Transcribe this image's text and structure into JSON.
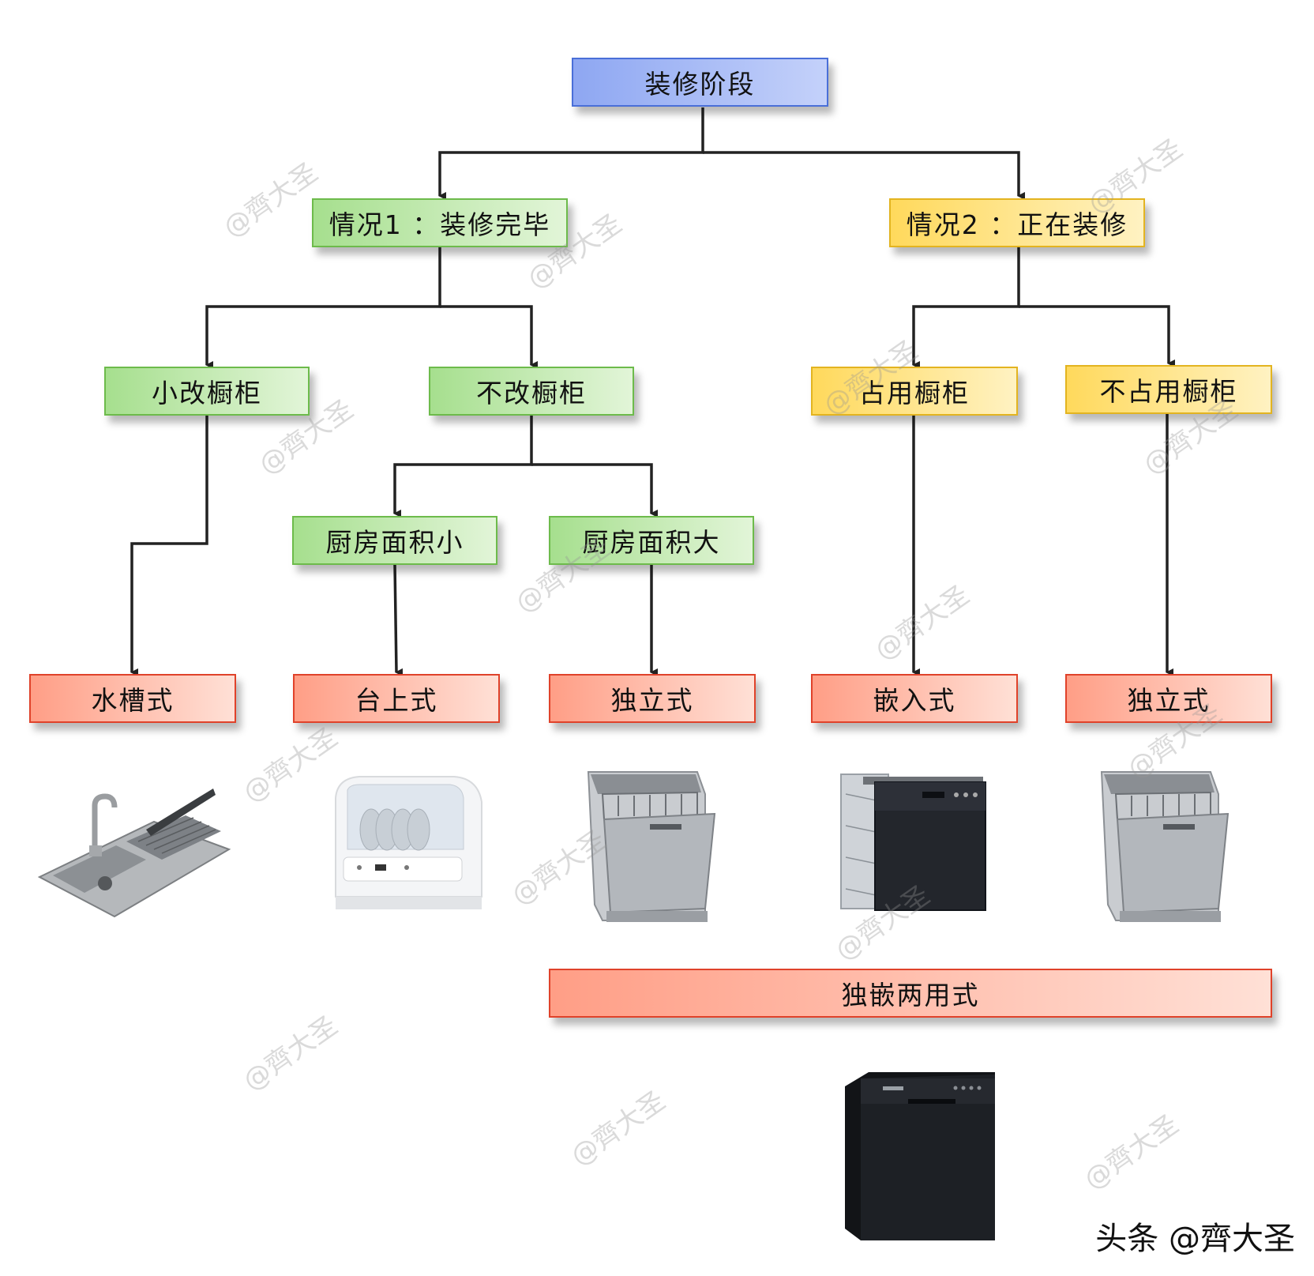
{
  "diagram": {
    "root": "装修阶段",
    "case1": "情况1 ：装修完毕",
    "case2": "情况2 ：正在装修",
    "small_change": "小改橱柜",
    "no_change": "不改橱柜",
    "occupy": "占用橱柜",
    "no_occupy": "不占用橱柜",
    "kitchen_small": "厨房面积小",
    "kitchen_large": "厨房面积大",
    "sink_type": "水槽式",
    "countertop_type": "台上式",
    "freestanding_type_1": "独立式",
    "builtin_type": "嵌入式",
    "freestanding_type_2": "独立式",
    "dual_use_type": "独嵌两用式"
  },
  "watermark_text": "@齊大圣",
  "footer": "头条 @齊大圣",
  "colors": {
    "root": "#8ea7f2",
    "case1_branch": "#a6df8e",
    "case2_branch": "#ffd95c",
    "result": "#ff9e86"
  },
  "images": [
    "sink-dishwasher-image",
    "countertop-dishwasher-image",
    "freestanding-dishwasher-image",
    "builtin-dishwasher-image",
    "freestanding-dishwasher-image",
    "dual-use-black-dishwasher-image"
  ]
}
